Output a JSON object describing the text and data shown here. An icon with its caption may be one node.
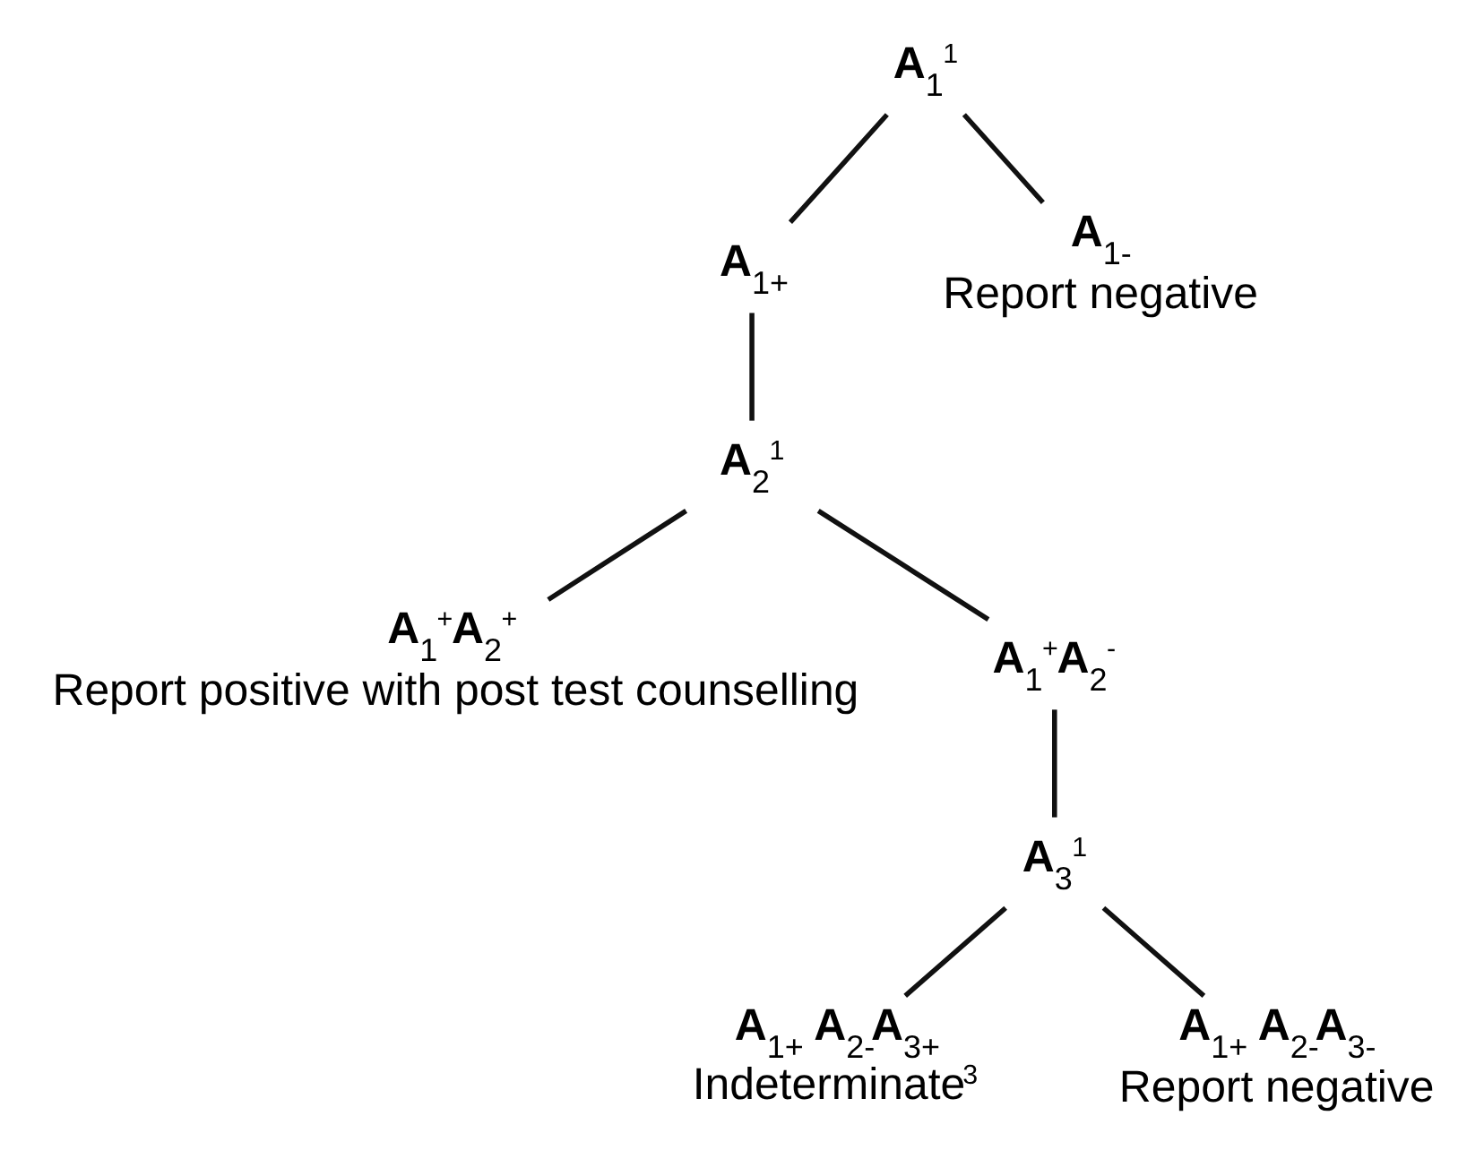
{
  "diagram": {
    "nodes": [
      {
        "text": [
          "**A**$_{1}$$^{1}$"
        ]
      },
      {
        "text": [
          "**A**$_{1+}$"
        ]
      },
      {
        "text": [
          "**A**$_{1-}$",
          "Report negative"
        ]
      },
      {
        "text": [
          "**A**$_{2}$$^{1}$"
        ]
      },
      {
        "text": [
          "**A**$_{1}$$^{+}$**A**$_{2}$$^{+}$",
          "Report positive with post test counselling"
        ]
      },
      {
        "text": [
          "**A**$_{1}$$^{+}$**A**$_{2}$$^{-}$"
        ]
      },
      {
        "text": [
          "**A**$_{3}$$^{1}$"
        ]
      },
      {
        "text": [
          "**A**$_{1+}$ **A**$_{2-}$**A**$_{3+}$",
          "Indeterminate$^{3}$"
        ]
      },
      {
        "text": [
          "**A**$_{1+}$ **A**$_{2-}$**A**$_{3-}$",
          "Report negative"
        ]
      }
    ],
    "edges": [
      {
        "from": 0,
        "to": 1,
        "arrow": "none"
      },
      {
        "from": 0,
        "to": 2,
        "arrow": "none"
      },
      {
        "from": 1,
        "to": 3,
        "arrow": "none"
      },
      {
        "from": 3,
        "to": 4,
        "arrow": "none"
      },
      {
        "from": 3,
        "to": 5,
        "arrow": "none"
      },
      {
        "from": 5,
        "to": 6,
        "arrow": "none"
      },
      {
        "from": 6,
        "to": 7,
        "arrow": "none"
      },
      {
        "from": 6,
        "to": 8,
        "arrow": "none"
      }
    ]
  }
}
